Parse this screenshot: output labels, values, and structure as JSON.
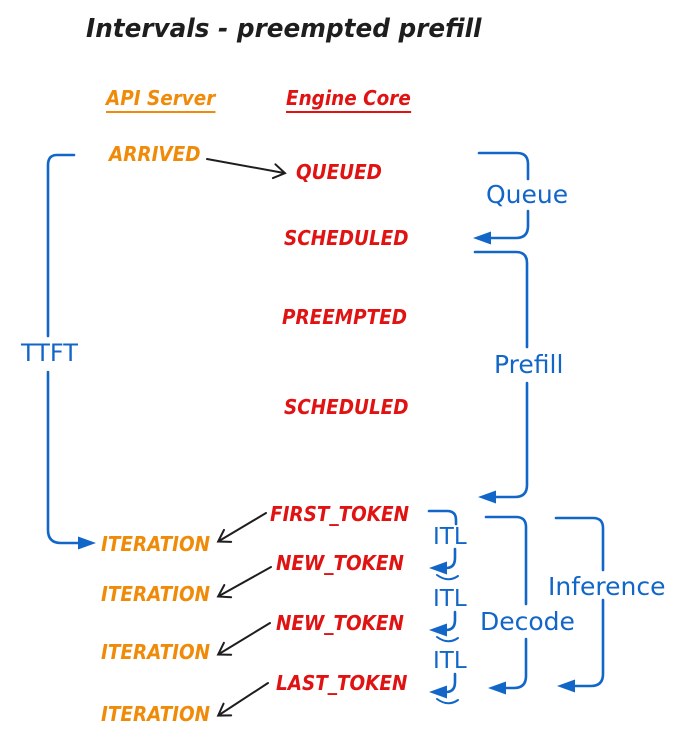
{
  "title": "Intervals - preempted prefill",
  "columns": {
    "api_server": "API Server",
    "engine_core": "Engine Core"
  },
  "events": {
    "api": [
      "ARRIVED",
      "ITERATION",
      "ITERATION",
      "ITERATION",
      "ITERATION"
    ],
    "engine": [
      "QUEUED",
      "SCHEDULED",
      "PREEMPTED",
      "SCHEDULED",
      "FIRST_TOKEN",
      "NEW_TOKEN",
      "NEW_TOKEN",
      "LAST_TOKEN"
    ]
  },
  "intervals": {
    "ttft": "TTFT",
    "queue": "Queue",
    "prefill": "Prefill",
    "itl_1": "ITL",
    "itl_2": "ITL",
    "itl_3": "ITL",
    "decode": "Decode",
    "inference": "Inference"
  },
  "colors": {
    "api_accent": "#ef8b09",
    "engine_accent": "#e01212",
    "interval_accent": "#1266c8",
    "arrow": "#1e1e1e",
    "background": "#ffffff"
  }
}
